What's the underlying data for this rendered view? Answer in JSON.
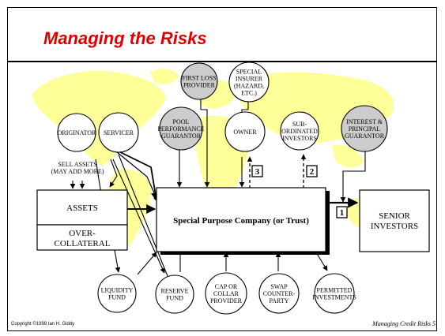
{
  "slide": {
    "title": "Managing the Risks",
    "footer_left": "Copyright ©1999 Ian H. Giddy",
    "footer_right": "Managing Credit Risks 5"
  },
  "colors": {
    "title": "#e00000",
    "map": "#ffff99",
    "shaded_node": "#cccccc"
  },
  "nodes": {
    "first_loss": [
      "FIRST LOSS",
      "PROVIDER"
    ],
    "special_insurer": [
      "SPECIAL",
      "INSURER",
      "(HAZARD,",
      "ETC.)"
    ],
    "originator": [
      "ORIGINATOR"
    ],
    "servicer": [
      "SERVICER"
    ],
    "pool_guarantor": [
      "POOL",
      "PERFORMANCE",
      "GUARANTOR"
    ],
    "owner": [
      "OWNER"
    ],
    "subordinated": [
      "SUB-",
      "ORDINATED",
      "INVESTORS"
    ],
    "ip_guarantor": [
      "INTEREST &",
      "PRINCIPAL",
      "GUARANTOR"
    ],
    "liquidity": [
      "LIQUIDITY",
      "FUND"
    ],
    "reserve": [
      "RESERVE",
      "FUND"
    ],
    "cap_collar": [
      "CAP OR",
      "COLLAR",
      "PROVIDER"
    ],
    "swap": [
      "SWAP",
      "COUNTER-",
      "PARTY"
    ],
    "permitted": [
      "PERMITTED",
      "INVESTMENTS"
    ]
  },
  "boxes": {
    "assets": "ASSETS",
    "over_collateral": [
      "OVER-",
      "COLLATERAL"
    ],
    "spc": "Special Purpose Company (or Trust)",
    "senior": [
      "SENIOR",
      "INVESTORS"
    ]
  },
  "labels": {
    "sell_assets": [
      "SELL ASSETS",
      "(MAY ADD MORE)"
    ]
  },
  "markers": [
    "1",
    "2",
    "3"
  ]
}
